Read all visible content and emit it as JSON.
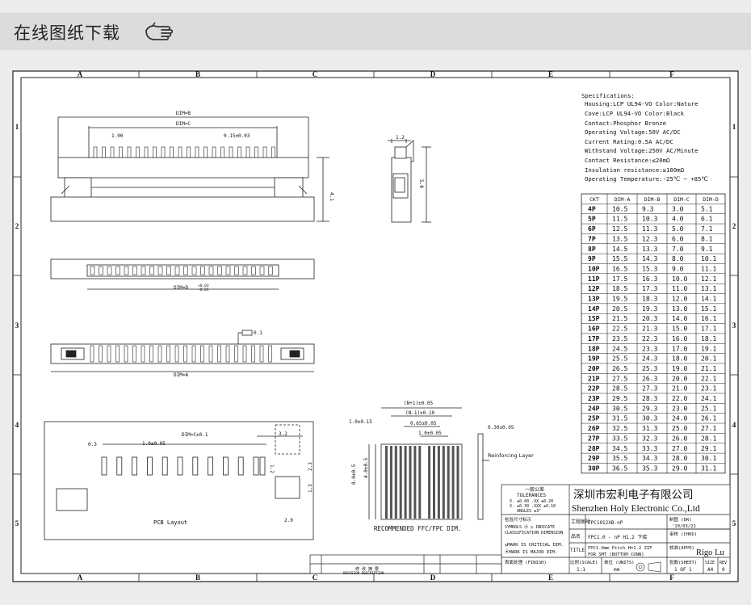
{
  "banner": {
    "title": "在线图纸下载",
    "icon": "hand-pointer-icon"
  },
  "frame": {
    "col_labels": [
      "A",
      "B",
      "C",
      "D",
      "E",
      "F"
    ],
    "row_labels": [
      "1",
      "2",
      "3",
      "4",
      "5"
    ]
  },
  "views": {
    "dim_b": "DIM=B",
    "dim_c": "DIM=C",
    "pitch_1": "1.00",
    "pitch_tol": "0.15±0.03",
    "height": "4.1",
    "side_w": "1.2",
    "side_h": "5.0",
    "dim_d": "DIM=D",
    "dim_d_tol_hi": "+0.03",
    "dim_d_tol_lo": "-0.05",
    "flat": "0.1",
    "dim_a": "DIM=A"
  },
  "pcb": {
    "dim_c": "DIM=C±0.1",
    "pitch": "1.0±0.05",
    "d03": "0.3",
    "d32": "3.2",
    "d12": "1.2",
    "d23": "2.3",
    "d13": "1.3",
    "d20": "2.0",
    "label": "PCB Layout"
  },
  "ffc": {
    "n1": "(N+1)±0.05",
    "nm1": "(N-1)±0.10",
    "d065": "0.65±0.05",
    "d10": "1.0±0.05",
    "d015": "1.0±0.15",
    "d030": "0.30±0.05",
    "h8": "8.0±0.5",
    "h4": "4.0±0.5",
    "reinf": "Reinforcing Layer",
    "label": "RECOMMENDED FFC/FPC DIM."
  },
  "specs": {
    "heading": "Specifications:",
    "lines": [
      "Housing:LCP UL94-VO Color:Nature",
      "Cove:LCP UL94-VO Color:Black",
      "Contact:Phosphor Bronze",
      "Operating Voltage:50V AC/DC",
      "Current Rating:0.5A AC/DC",
      "Withstand Voltage:250V AC/Minute",
      "Contact Resistance:≤20mΩ",
      "Insulation resistance:≥100mΩ",
      "Operating Temperature:-25℃ ~ +85℃"
    ]
  },
  "dim_table": {
    "headers": [
      "CKT",
      "DIM-A",
      "DIM-B",
      "DIM-C",
      "DIM-D"
    ],
    "rows": [
      [
        "4P",
        "10.5",
        "9.3",
        "3.0",
        "5.1"
      ],
      [
        "5P",
        "11.5",
        "10.3",
        "4.0",
        "6.1"
      ],
      [
        "6P",
        "12.5",
        "11.3",
        "5.0",
        "7.1"
      ],
      [
        "7P",
        "13.5",
        "12.3",
        "6.0",
        "8.1"
      ],
      [
        "8P",
        "14.5",
        "13.3",
        "7.0",
        "9.1"
      ],
      [
        "9P",
        "15.5",
        "14.3",
        "8.0",
        "10.1"
      ],
      [
        "10P",
        "16.5",
        "15.3",
        "9.0",
        "11.1"
      ],
      [
        "11P",
        "17.5",
        "16.3",
        "10.0",
        "12.1"
      ],
      [
        "12P",
        "18.5",
        "17.3",
        "11.0",
        "13.1"
      ],
      [
        "13P",
        "19.5",
        "18.3",
        "12.0",
        "14.1"
      ],
      [
        "14P",
        "20.5",
        "19.3",
        "13.0",
        "15.1"
      ],
      [
        "15P",
        "21.5",
        "20.3",
        "14.0",
        "16.1"
      ],
      [
        "16P",
        "22.5",
        "21.3",
        "15.0",
        "17.1"
      ],
      [
        "17P",
        "23.5",
        "22.3",
        "16.0",
        "18.1"
      ],
      [
        "18P",
        "24.5",
        "23.3",
        "17.0",
        "19.1"
      ],
      [
        "19P",
        "25.5",
        "24.3",
        "18.0",
        "20.1"
      ],
      [
        "20P",
        "26.5",
        "25.3",
        "19.0",
        "21.1"
      ],
      [
        "21P",
        "27.5",
        "26.3",
        "20.0",
        "22.1"
      ],
      [
        "22P",
        "28.5",
        "27.3",
        "21.0",
        "23.1"
      ],
      [
        "23P",
        "29.5",
        "28.3",
        "22.0",
        "24.1"
      ],
      [
        "24P",
        "30.5",
        "29.3",
        "23.0",
        "25.1"
      ],
      [
        "25P",
        "31.5",
        "30.3",
        "24.0",
        "26.1"
      ],
      [
        "26P",
        "32.5",
        "31.3",
        "25.0",
        "27.1"
      ],
      [
        "27P",
        "33.5",
        "32.3",
        "26.0",
        "28.1"
      ],
      [
        "28P",
        "34.5",
        "33.3",
        "27.0",
        "29.1"
      ],
      [
        "29P",
        "35.5",
        "34.3",
        "28.0",
        "30.1"
      ],
      [
        "30P",
        "36.5",
        "35.3",
        "29.0",
        "31.1"
      ]
    ]
  },
  "title_block": {
    "tol_head": "一般公差",
    "tol_en": "TOLERANCES",
    "tol_x": "X. ±0.40  .XX ±0.20",
    "tol_xx": "X. ±0.30  .XXX ±0.10",
    "tol_ang": "ANGLES    ±3°",
    "company_cn": "深圳市宏利电子有限公司",
    "company_en": "Shenzhen Holy Electronic Co.,Ltd",
    "inspect": "检验尺寸标示",
    "symbols": "SYMBOLS ⦿ ◎ INDICATE",
    "classif": "CLASSIFICATION DIMENSION",
    "critical": "◎MARK IS CRITICAL DIM.",
    "major": "⦿MARK IS MAJOR DIM.",
    "finish": "表面处理 (FINISH)",
    "dwg_label": "工程图号",
    "dwg_no": "FPC1012XB-nP",
    "name_label": "品名",
    "name_val": "FPC1.0 - nP H1.2 下接",
    "title_label": "TITLE",
    "title_val1": "FPC1.0mm Pitch H=1.2  ZIF",
    "title_val2": "FOR SMT (BOTTOM CONN)",
    "drawn_label": "制图 (DR)",
    "date": "'10/03/22",
    "checked_label": "审核 (CHKD)",
    "appd_label": "核准(APPD)",
    "appd_name": "Rigo Lu",
    "scale_label": "比例(SCALE)",
    "scale": "1:1",
    "unit_label": "单位 (UNITS)",
    "unit": "mm",
    "sheet_label": "张数(SHEET)",
    "sheet": "1 OF 1",
    "size_label": "SIZE",
    "size": "A4",
    "rev_label": "REV",
    "rev": "0",
    "rev_row1": "修 改 摘 要",
    "rev_row2": "REVISION DESCRIPTION"
  }
}
